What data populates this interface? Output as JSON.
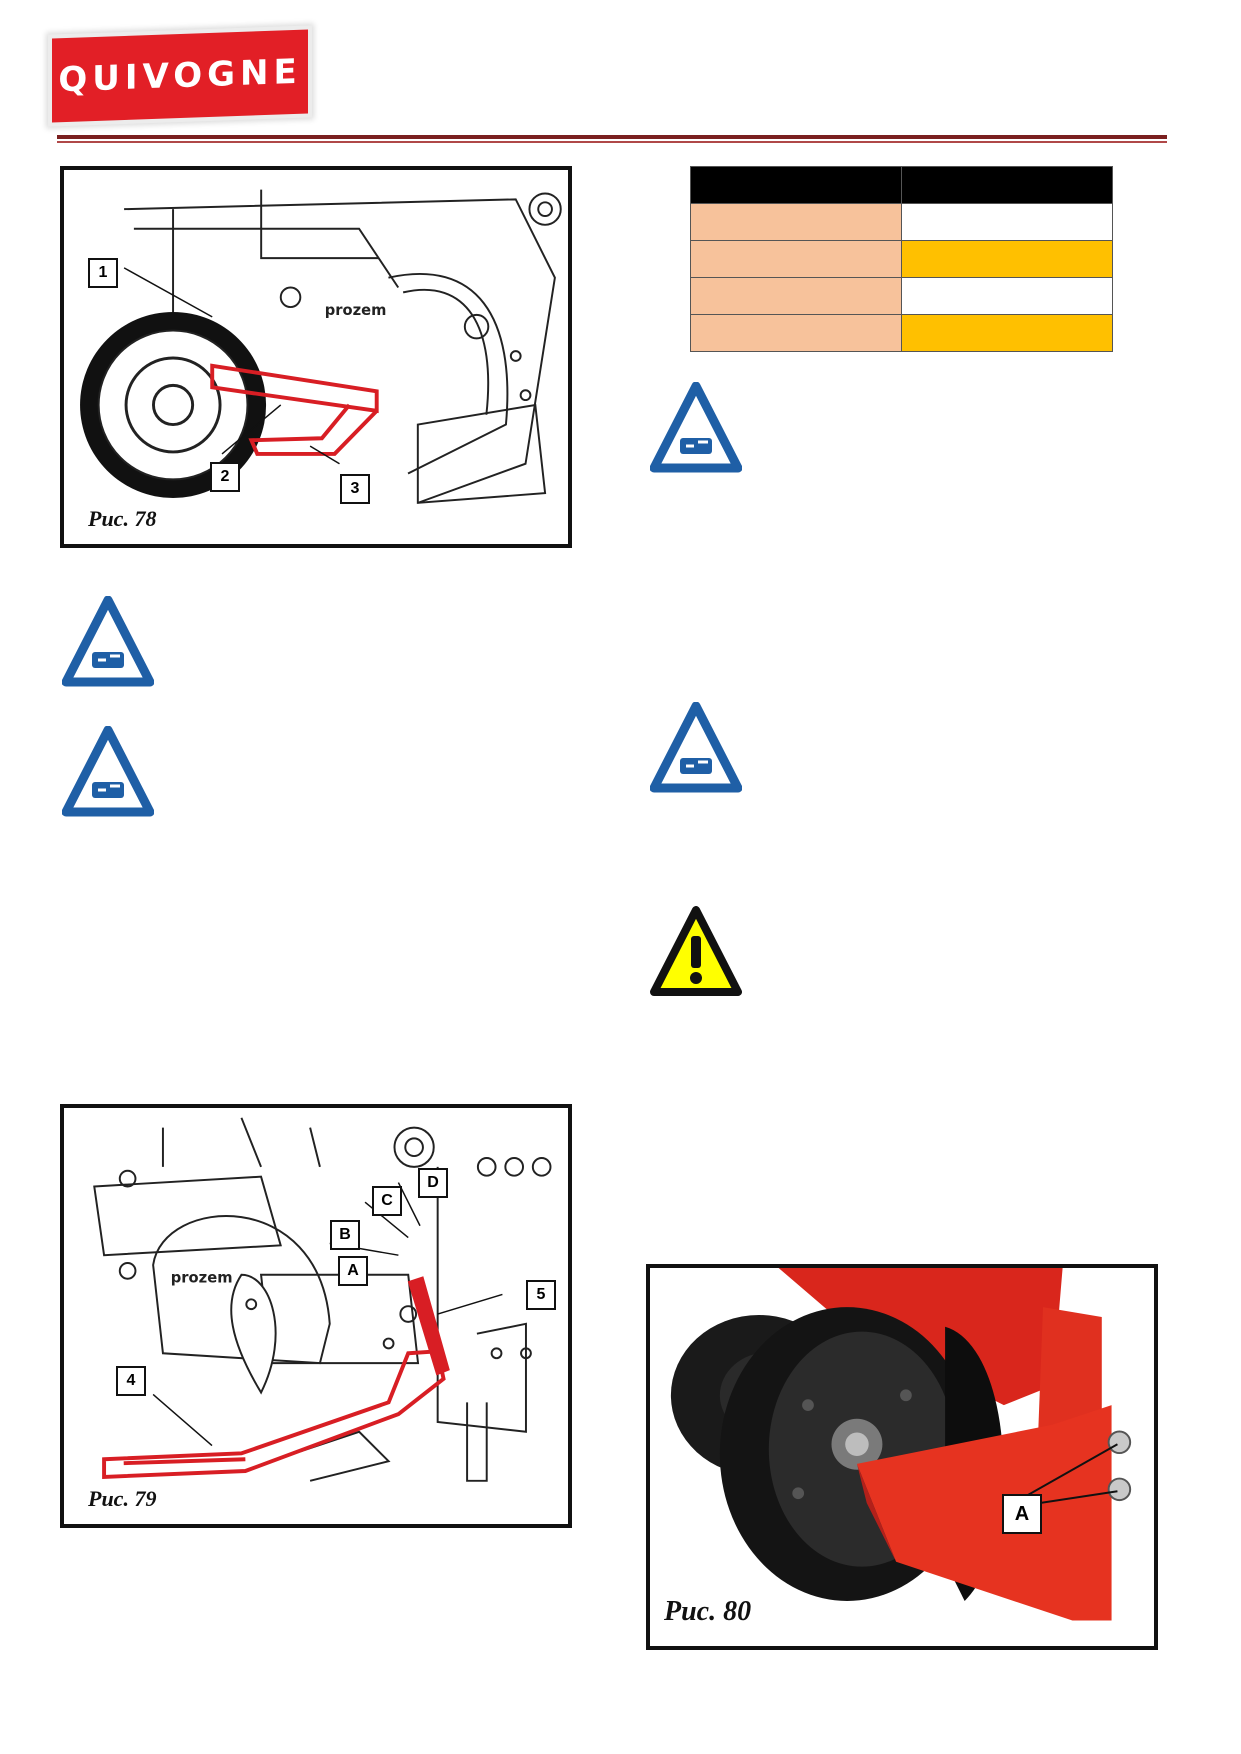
{
  "header": {
    "logo_text": "QUIVOGNE",
    "colors": {
      "logo_red": "#e21f26",
      "rule": "#7a1f1f"
    }
  },
  "table": {
    "rows": [
      {
        "left": "",
        "right": "",
        "style": [
          "black",
          "black"
        ]
      },
      {
        "left": "",
        "right": "",
        "style": [
          "salmon",
          "white"
        ]
      },
      {
        "left": "",
        "right": "",
        "style": [
          "salmon",
          "yellow"
        ]
      },
      {
        "left": "",
        "right": "",
        "style": [
          "salmon",
          "white"
        ]
      },
      {
        "left": "",
        "right": "",
        "style": [
          "salmon",
          "yellow"
        ]
      }
    ],
    "colors": {
      "header": "#000000",
      "label": "#f7c29b",
      "highlight": "#ffc000"
    }
  },
  "figures": {
    "fig78": {
      "caption": "Рис. 78",
      "labels": [
        "1",
        "2",
        "3"
      ],
      "brand": "prozem"
    },
    "fig79": {
      "caption": "Рис. 79",
      "labels": [
        "4",
        "5",
        "A",
        "B",
        "C",
        "D"
      ],
      "brand": "prozem"
    },
    "fig80": {
      "caption": "Рис. 80",
      "labels": [
        "A"
      ]
    }
  },
  "icons": {
    "note": "pointing-hand-note-icon",
    "warning": "exclamation-warning-icon",
    "colors": {
      "note_blue": "#1f5fa6",
      "warning_yellow": "#ffff00"
    }
  }
}
